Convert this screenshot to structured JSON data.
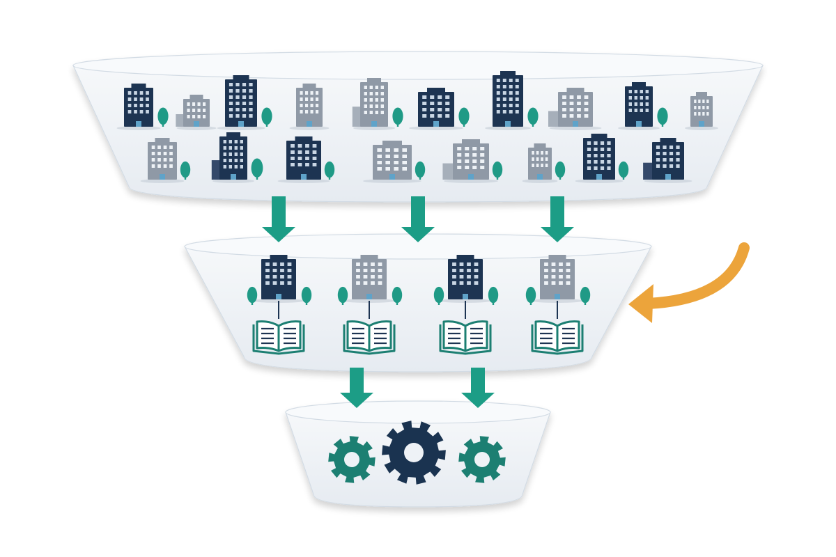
{
  "colors": {
    "background": "#ffffff",
    "funnel_fill": "#eef2f6",
    "funnel_rim": "#f8fafc",
    "funnel_edge": "#d2dbe4",
    "building_dark": "#1d3452",
    "building_gray": "#8f99a6",
    "window_light": "#e6edf5",
    "door_accent": "#5fa3c9",
    "tree": "#1f9a86",
    "arrow": "#1c9d86",
    "feedback_arrow": "#eca43b",
    "book": "#1c7f72",
    "gear_teal": "#1c7f72",
    "gear_navy": "#1a3350"
  },
  "diagram": {
    "stages": [
      {
        "name": "stage-1",
        "content": "buildings",
        "rows": [
          [
            "dark",
            "gray",
            "dark",
            "gray",
            "gray",
            "dark",
            "dark",
            "gray",
            "dark",
            "gray"
          ],
          [
            "gray",
            "dark",
            "dark",
            "gray",
            "gray",
            "gray",
            "dark",
            "dark"
          ]
        ]
      },
      {
        "name": "stage-2",
        "content": "buildings-with-books",
        "items": [
          "dark",
          "gray",
          "dark",
          "gray"
        ]
      },
      {
        "name": "stage-3",
        "content": "gears",
        "items": [
          "teal",
          "navy",
          "teal"
        ]
      }
    ],
    "icons": [
      "office-building-icon",
      "tree-icon",
      "open-book-icon",
      "gear-icon",
      "down-arrow-icon",
      "curved-arrow-icon"
    ]
  }
}
